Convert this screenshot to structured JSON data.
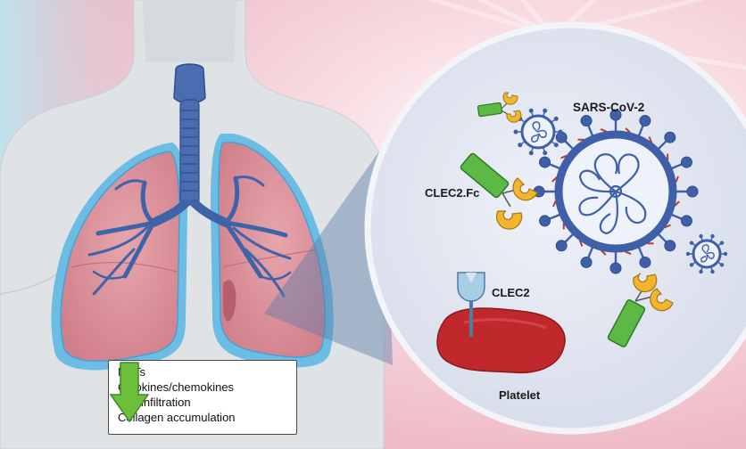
{
  "labels": {
    "virus": "SARS-CoV-2",
    "decoy": "CLEC2.Fc",
    "receptor": "CLEC2",
    "platelet": "Platelet"
  },
  "outcome_box": {
    "items": [
      "NETs",
      "Cytokines/chemokines",
      "Cell infiltration",
      "Collagen accumulation"
    ],
    "arrow_icon": "green-down-arrow-icon"
  },
  "colors": {
    "background_pink": "#f3c6cf",
    "body_grey": "#dfe3e5",
    "lung_pink": "#dc8f98",
    "lung_outline": "#5fb4dc",
    "airway_blue": "#3f63a8",
    "zoom_circle": "#dde3ef",
    "virus_blue": "#3f5fa8",
    "spike_red": "#c0392b",
    "platelet_red": "#c0282c",
    "receptor_lightblue": "#a6cde6",
    "fc_green": "#4cae3b",
    "lectin_yellow": "#f2b52c",
    "arrow_green": "#6cbf3a"
  }
}
